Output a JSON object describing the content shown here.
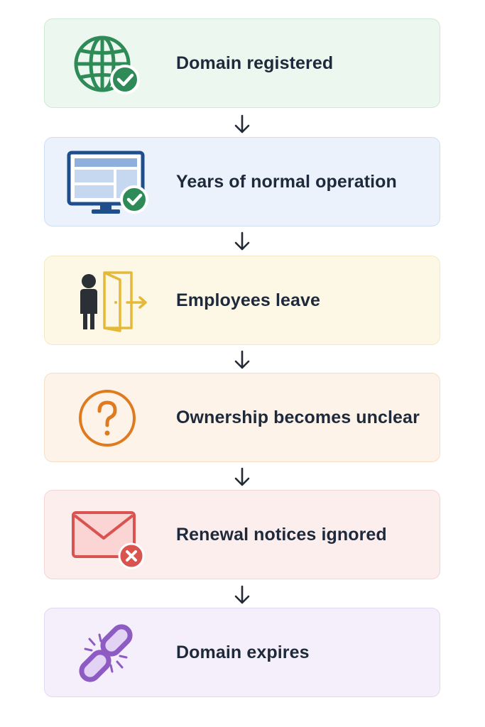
{
  "steps": [
    {
      "label": "Domain registered",
      "icon": "globe-check-icon",
      "color": "#2e8b57"
    },
    {
      "label": "Years of normal operation",
      "icon": "monitor-check-icon",
      "color": "#1f4e8c"
    },
    {
      "label": "Employees leave",
      "icon": "person-exit-door-icon",
      "color": "#e4b93a"
    },
    {
      "label": "Ownership becomes unclear",
      "icon": "question-circle-icon",
      "color": "#e07a1f"
    },
    {
      "label": "Renewal notices ignored",
      "icon": "envelope-x-icon",
      "color": "#d9534f"
    },
    {
      "label": "Domain expires",
      "icon": "broken-link-icon",
      "color": "#8e5bc2"
    }
  ],
  "connector_icon": "arrow-down-icon"
}
